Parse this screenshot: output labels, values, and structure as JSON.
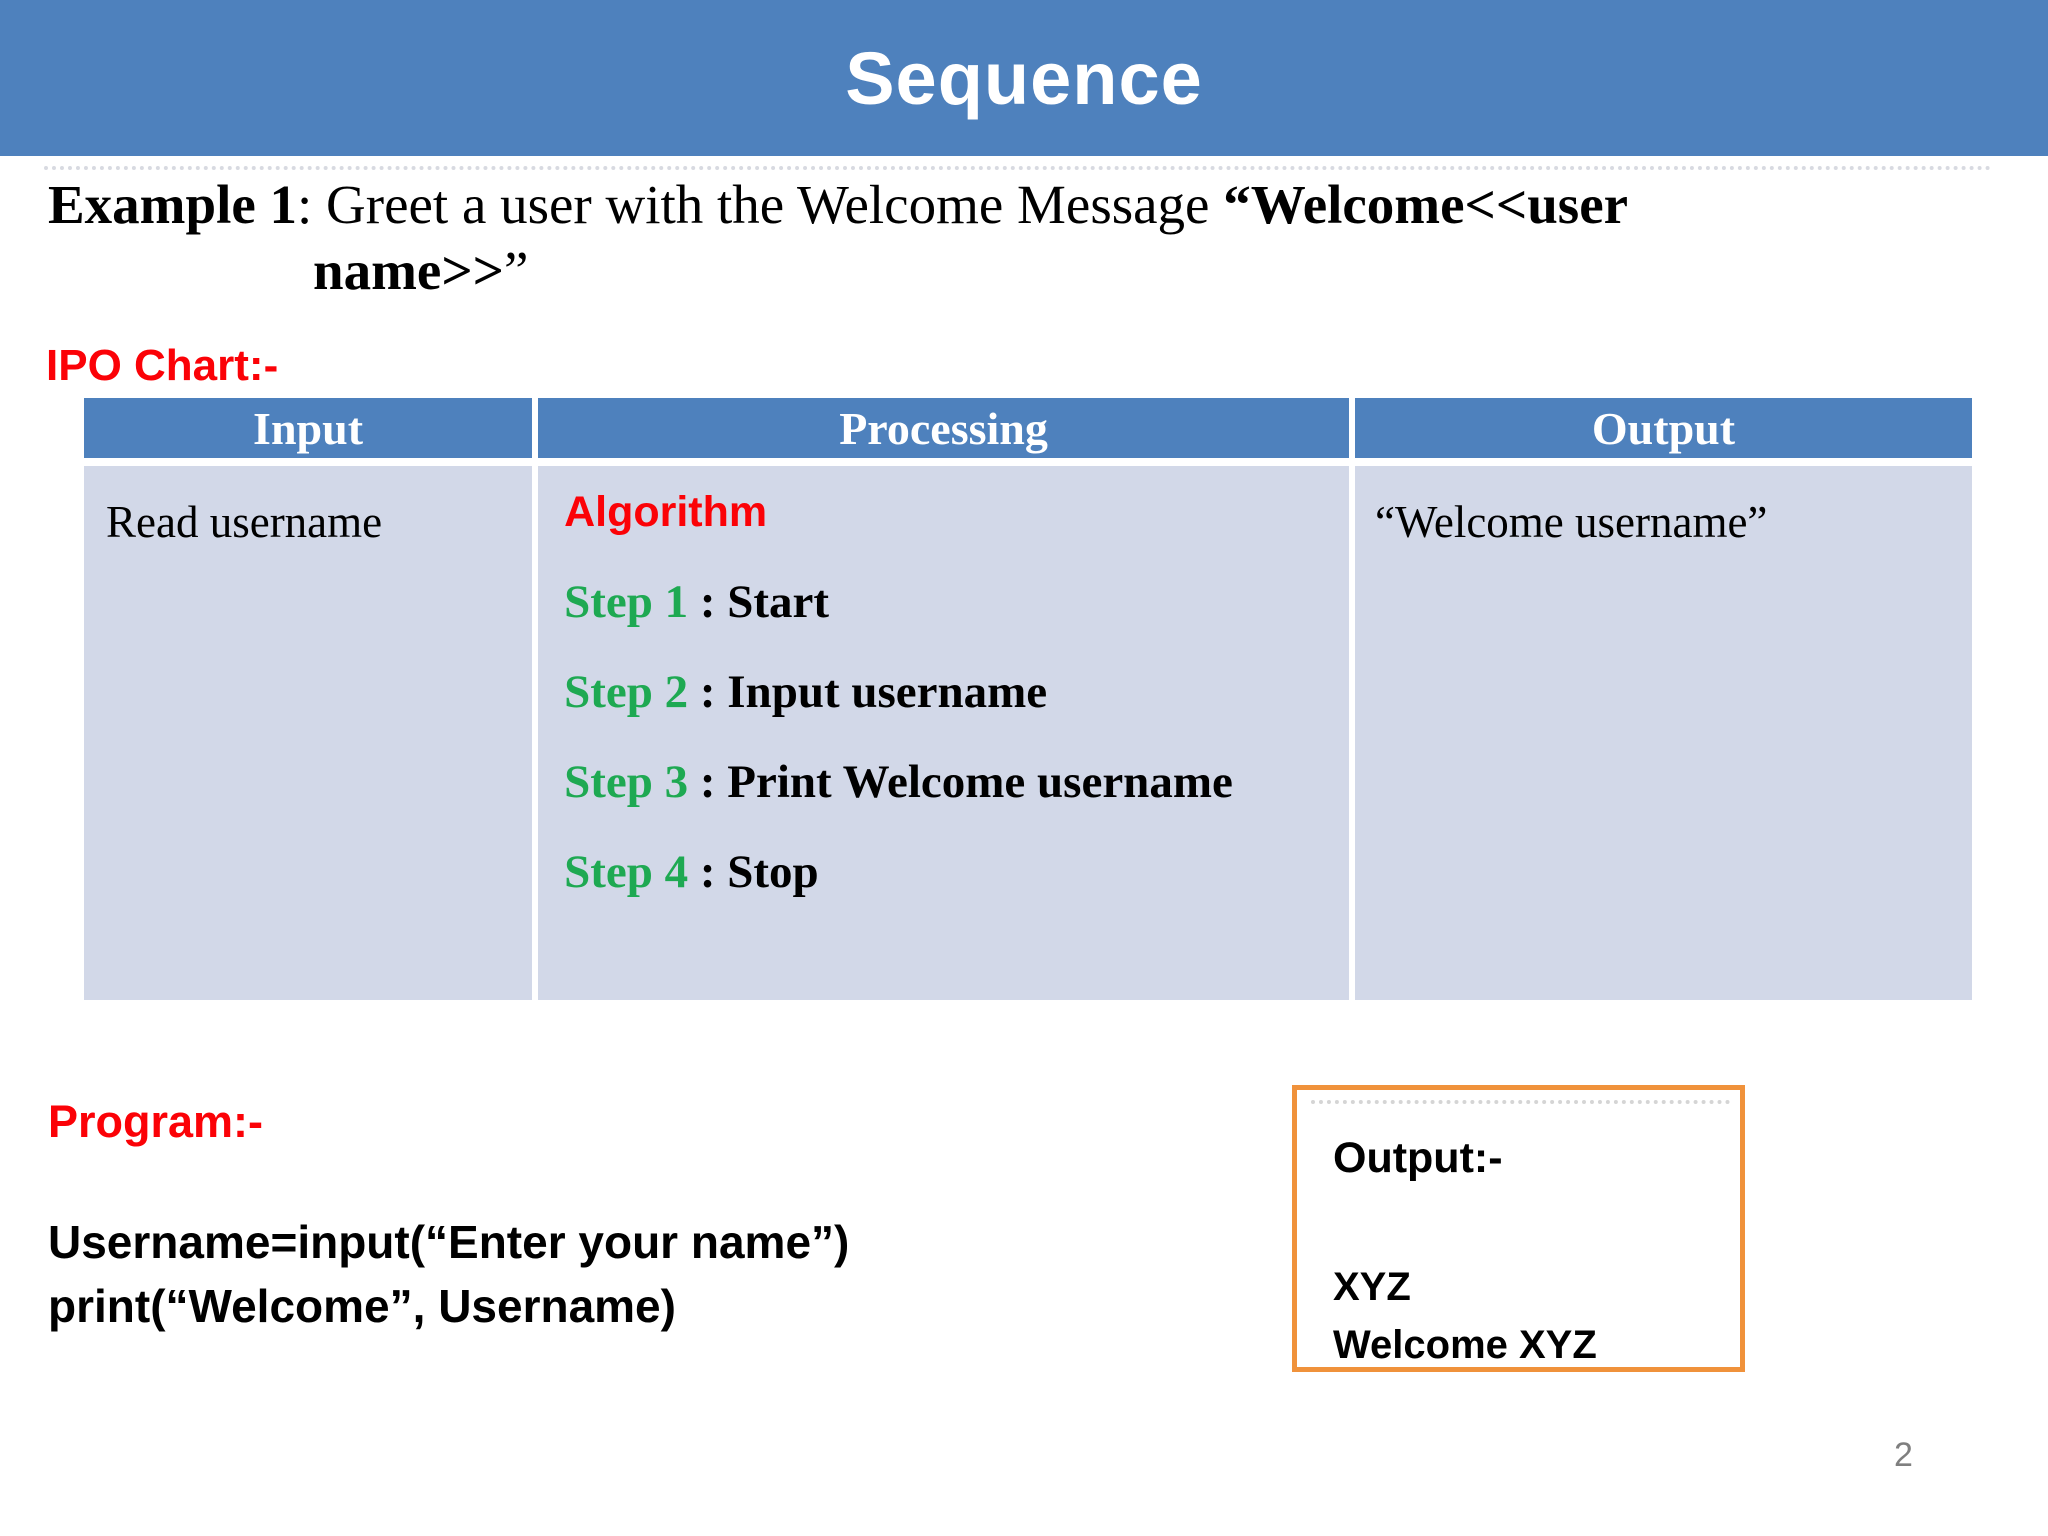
{
  "slide": {
    "title": "Sequence",
    "page_number": "2",
    "example": {
      "label_bold": "Example 1",
      "line1_normal": ": Greet a user with the Welcome Message ",
      "line1_bold": "“Welcome<<user",
      "line2_bold": "name>>",
      "line2_normal": "”"
    },
    "ipo_label": "IPO Chart:-",
    "table": {
      "headers": [
        "Input",
        "Processing",
        "Output"
      ],
      "input_cell": "Read username",
      "processing": {
        "algorithm_label": "Algorithm",
        "steps": [
          {
            "label": "Step 1",
            "text": " : Start"
          },
          {
            "label": "Step 2",
            "text": " : Input username"
          },
          {
            "label": "Step 3",
            "text": " : Print Welcome username"
          },
          {
            "label": "Step 4",
            "text": " : Stop"
          }
        ]
      },
      "output_cell": "“Welcome username”"
    },
    "program": {
      "label": "Program:-",
      "code_lines": [
        "Username=input(“Enter your name”)",
        "print(“Welcome”, Username)"
      ]
    },
    "output_box": {
      "label": "Output:-",
      "lines": [
        "XYZ",
        "Welcome XYZ"
      ]
    },
    "colors": {
      "header_blue": "#4E81BD",
      "table_body_lavender": "#D2D8E8",
      "accent_red": "#FB0207",
      "step_green": "#1EA952",
      "box_orange": "#F0923B",
      "page_number_gray": "#7f7f7f"
    }
  }
}
